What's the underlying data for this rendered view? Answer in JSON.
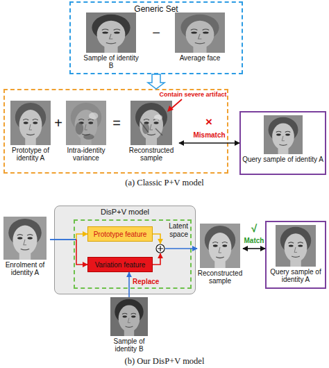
{
  "diagram": {
    "nodes": [
      {
        "text": [
          "Generic Set"
        ]
      },
      {
        "text": [
          "Sample of identity B"
        ],
        "in": 0
      },
      {
        "text": [
          "Average face"
        ],
        "in": 0
      },
      {
        "text": []
      },
      {
        "text": [
          "Prototype of identity A"
        ],
        "in": 3
      },
      {
        "text": [
          "Intra-identity variance"
        ],
        "in": 3
      },
      {
        "text": [
          "Reconstructed sample"
        ],
        "in": 3
      },
      {
        "text": [
          "Query sample of identity A"
        ]
      },
      {
        "text": [
          "Enrolment of identity A"
        ]
      },
      {
        "text": [
          "DisP+V model"
        ]
      },
      {
        "text": [
          "Latent space"
        ],
        "in": 9
      },
      {
        "text": [
          "Prototype feature"
        ],
        "in": 10
      },
      {
        "text": [
          "Variation feature"
        ],
        "in": 10
      },
      {
        "text": [],
        "in": 10
      },
      {
        "text": [
          "Sample of identity B"
        ]
      },
      {
        "text": [
          "Reconstructed sample"
        ]
      },
      {
        "text": [
          "Query sample of identity A"
        ]
      }
    ],
    "edges": [
      {
        "from": 0,
        "to": 3,
        "arrow": "to"
      },
      {
        "from": 6,
        "to": 7,
        "label": "Mismatch",
        "arrow": "both"
      },
      {
        "from": 8,
        "to": 11,
        "arrow": "to"
      },
      {
        "from": 8,
        "to": 12,
        "arrow": "to"
      },
      {
        "from": 11,
        "to": 13,
        "arrow": "to"
      },
      {
        "from": 12,
        "to": 13,
        "arrow": "to"
      },
      {
        "from": 14,
        "to": 12,
        "label": "Replace",
        "arrow": "to"
      },
      {
        "from": 13,
        "to": 15,
        "arrow": "to"
      },
      {
        "from": 15,
        "to": 16,
        "label": "Match",
        "arrow": "both"
      }
    ],
    "labels": [
      "−",
      "+",
      "=",
      "Contain severe artifact",
      "×",
      "(a) Classic P+V model",
      "√",
      "(b) Our DisP+V model"
    ]
  }
}
